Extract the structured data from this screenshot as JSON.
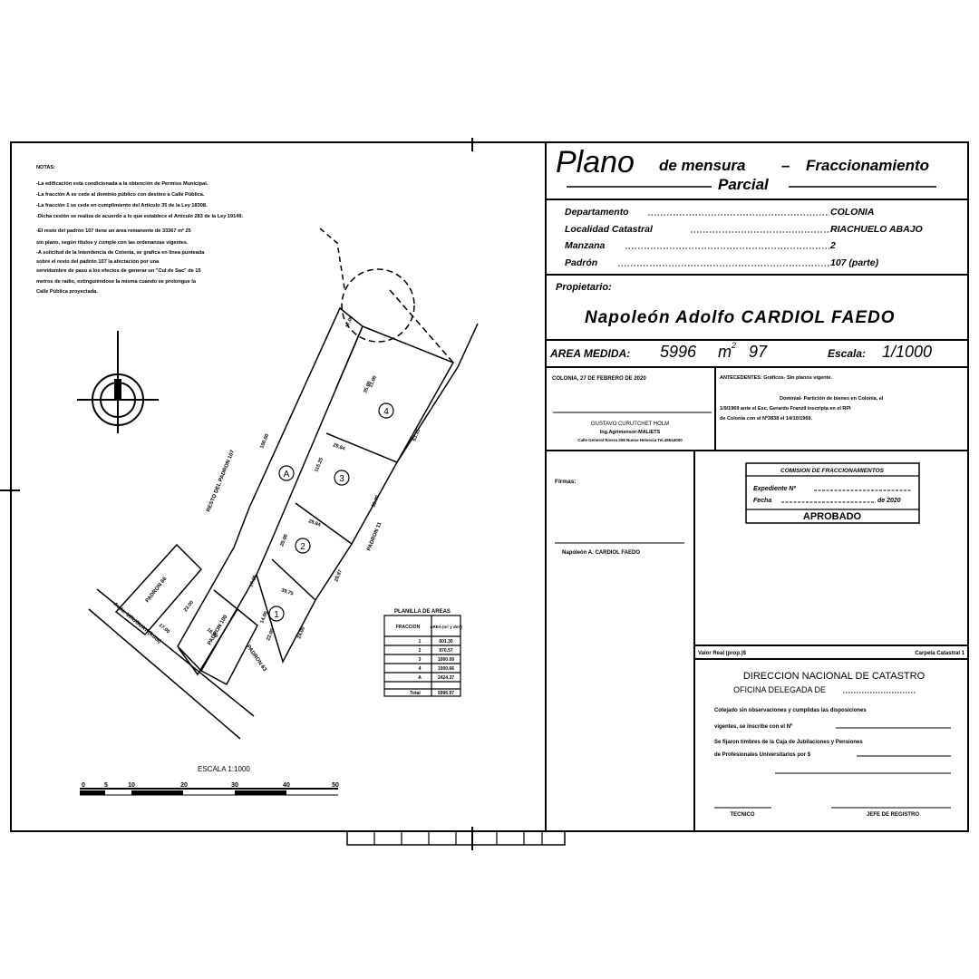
{
  "title": {
    "plano": "Plano",
    "de_mensura": "de mensura",
    "dash": "–",
    "fraccionamiento": "Fraccionamiento",
    "parcial": "Parcial"
  },
  "location": [
    {
      "label": "Departamento",
      "value": "COLONIA"
    },
    {
      "label": "Localidad Catastral",
      "value": "RIACHUELO ABAJO"
    },
    {
      "label": "Manzana",
      "value": "2"
    },
    {
      "label": "Padrón",
      "value": "107 (parte)"
    }
  ],
  "owner": {
    "label": "Propietario:",
    "name": "Napoleón Adolfo CARDIOL FAEDO"
  },
  "area": {
    "label": "AREA MEDIDA:",
    "value": "5996",
    "unit": "m",
    "sup": "2",
    "decimals": "97",
    "scale_label": "Escala:",
    "scale_value": "1/1000"
  },
  "surveyor": {
    "date": "COLONIA, 27 DE FEBRERO DE 2020",
    "name": "GUSTAVO CURUTCHET HOLM",
    "title": "Ing.Agrimensor-MALIETS",
    "address": "Calle General Rivera 208 Nueva Helvecia Tel.45544000"
  },
  "antecedentes": {
    "line1": "ANTECEDENTES: Gráficos- Sin planos vigente.",
    "line2": "Dominial- Partición de bienes en Colonia, el",
    "line3": "1/9/1969 ante el Esc. Gerardo Franzil inscripta en el RPI",
    "line4": "de Colonia con el Nº3838 el 14/10/1969."
  },
  "signatures": {
    "firmas_label": "Firmas:",
    "owner_sig": "Napoleón A. CARDIOL FAEDO"
  },
  "commission": {
    "title": "COMISION DE FRACCIONAMIENTOS",
    "expediente": "Expediente Nº",
    "fecha": "Fecha",
    "year": "de 2020",
    "aprobado": "APROBADO"
  },
  "catastro": {
    "valor_real": "Valor Real (prop.)$",
    "carpeta": "Carpeta Catastral 1",
    "direccion": "DIRECCION NACIONAL DE CATASTRO",
    "oficina": "OFICINA DELEGADA DE",
    "text1": "Cotejado sin observaciones y cumplidas las disposiciones",
    "text2": "vigentes, se inscribe con el Nº",
    "text3": "Se fijaron timbres de la Caja de Jubilaciones y Pensiones",
    "text4": "de Profesionales Universitarios por $",
    "tecnico": "TECNICO",
    "jefe": "JEFE DE REGISTRO"
  },
  "notes": {
    "heading": "NOTAS:",
    "lines": [
      "-La edificación esta condicionada a la obtención de Permiso Municipal.",
      "-La fracción A se cede al dominio público con destino a Calle Pública.",
      "-La fracción 1 se cede en cumplimiento del Artículo 35 de la Ley 18308.",
      "-Dicha cesión se realiza de acuerdo a lo que establece el Artículo 283 de la Ley 19149.",
      "-El resto del padrón 107 tiene un área remanente de 33367 m² 25",
      "sin plano, según títulos y cumple con las ordenanzas vigentes.",
      "-A solicitud de la Intendencia de Colonia, se grafica en línea punteada",
      "sobre el resto del padrón 107 la afectación por una",
      "servidumbre de paso a los efectos de generar un \"Cul de Sac\" de 15",
      "metros de radio, extinguiéndose la misma cuando se prolongue la",
      "Calle Pública proyectada."
    ]
  },
  "plan_labels": {
    "resto": "RESTO DEL PADRON 107",
    "padron11": "PADRON 11",
    "padron66": "PADRON 66",
    "padron100": "PADRON 100",
    "padron63": "PADRON 63",
    "avenida": "Avda. URUGUAY (Ruta)",
    "fraccion_A": "A",
    "fraccion_1": "1",
    "fraccion_2": "2",
    "fraccion_3": "3",
    "fraccion_4": "4",
    "dims": [
      "17.00",
      "31.00",
      "35.00",
      "63.15",
      "100.00",
      "115.25",
      "29.84",
      "30.00",
      "29.84",
      "23.00",
      "20.00",
      "29.87",
      "39.75",
      "23.00",
      "14.00",
      "17.00",
      "16.00",
      "24.00",
      "22.00",
      "17.00"
    ]
  },
  "areas_table": {
    "title": "PLANILLA DE AREAS",
    "col1": "FRACCION",
    "col2": "AREA (m² y dm²)",
    "rows": [
      {
        "f": "1",
        "a": "601.30"
      },
      {
        "f": "2",
        "a": "970.57"
      },
      {
        "f": "3",
        "a": "1000.09"
      },
      {
        "f": "4",
        "a": "1000.66"
      },
      {
        "f": "A",
        "a": "2424.37"
      },
      {
        "f": "Total",
        "a": "5996.97"
      }
    ]
  },
  "scale_bar": {
    "label": "ESCALA 1:1000",
    "ticks": [
      "0",
      "5",
      "10",
      "20",
      "30",
      "40",
      "50"
    ]
  }
}
